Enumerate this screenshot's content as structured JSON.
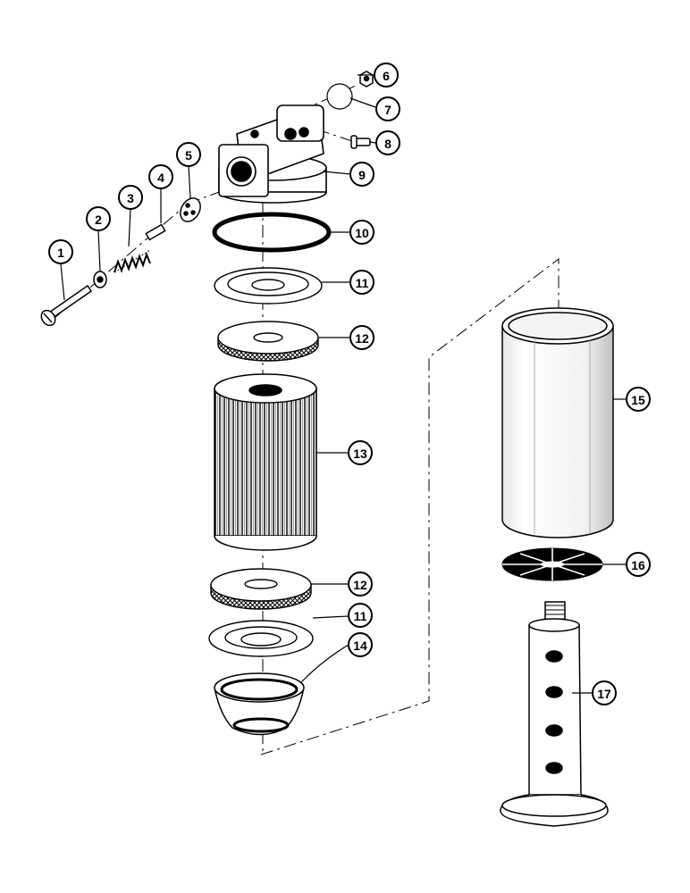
{
  "callouts": [
    {
      "number": "1"
    },
    {
      "number": "2"
    },
    {
      "number": "3"
    },
    {
      "number": "4"
    },
    {
      "number": "5"
    },
    {
      "number": "6"
    },
    {
      "number": "7"
    },
    {
      "number": "8"
    },
    {
      "number": "9"
    },
    {
      "number": "10"
    },
    {
      "number": "11"
    },
    {
      "number": "12"
    },
    {
      "number": "13"
    },
    {
      "number": "11"
    },
    {
      "number": "12"
    },
    {
      "number": "14"
    },
    {
      "number": "15"
    },
    {
      "number": "16"
    },
    {
      "number": "17"
    }
  ],
  "colors": {
    "ink": "#000000",
    "paper": "#ffffff",
    "shade": "#d9d9d9"
  }
}
